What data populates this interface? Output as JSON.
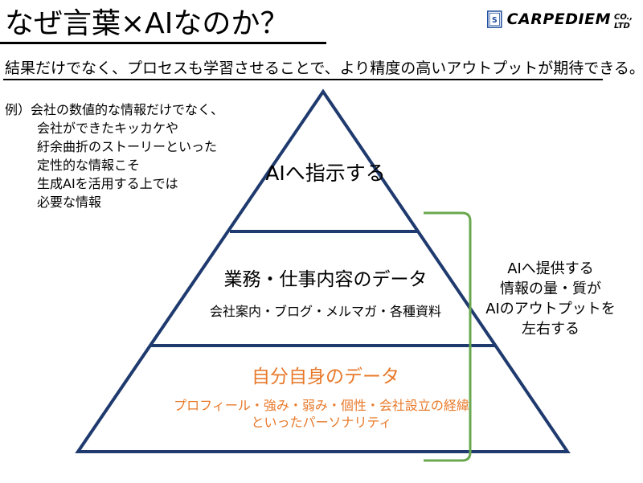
{
  "header": {
    "title": "なぜ言葉×AIなのか？",
    "logo_text": "CARPEDIEM",
    "logo_suffix": "CO., LTD"
  },
  "subtitle": "結果だけでなく、プロセスも学習させることで、より精度の高いアウトプットが期待できる。",
  "example": {
    "lines": [
      "例）会社の数値的な情報だけでなく、",
      "会社ができたキッカケや",
      "紆余曲折のストーリーといった",
      "定性的な情報こそ",
      "生成AIを活用する上では",
      "必要な情報"
    ]
  },
  "pyramid": {
    "top": {
      "label": "AIへ指示する"
    },
    "middle": {
      "label": "業務・仕事内容のデータ",
      "sub": "会社案内・ブログ・メルマガ・各種資料"
    },
    "bottom": {
      "label": "自分自身のデータ",
      "sub_lines": [
        "プロフィール・強み・弱み・個性・会社設立の経緯",
        "といったパーソナリティ"
      ]
    }
  },
  "side_note": {
    "lines": [
      "AIへ提供する",
      "情報の量・質が",
      "AIのアウトプットを",
      "左右する"
    ]
  },
  "colors": {
    "accent_orange": "#e8792a",
    "bracket_green": "#6aa84f",
    "logo_blue": "#1f4e9c"
  }
}
